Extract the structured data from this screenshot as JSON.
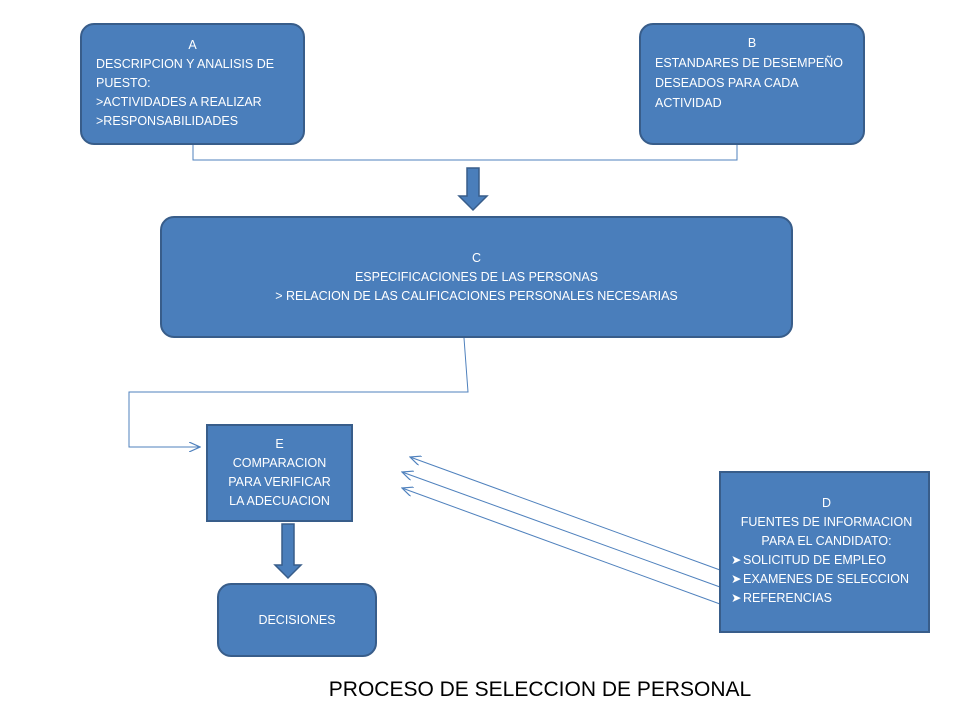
{
  "boxes": {
    "a": {
      "letter": "A",
      "lines": [
        "DESCRIPCION  Y  ANALISIS  DE",
        "PUESTO:",
        ">ACTIVIDADES A REALIZAR",
        ">RESPONSABILIDADES"
      ]
    },
    "b": {
      "letter": "B",
      "lines": [
        "ESTANDARES DE DESEMPEÑO",
        "DESEADOS PARA CADA",
        "ACTIVIDAD"
      ]
    },
    "c": {
      "letter": "C",
      "lines": [
        "ESPECIFICACIONES DE LAS PERSONAS",
        "> RELACION DE LAS CALIFICACIONES PERSONALES NECESARIAS"
      ]
    },
    "d": {
      "letter": "D",
      "lines": [
        "FUENTES DE INFORMACION",
        "PARA EL CANDIDATO:"
      ],
      "bullets": [
        "SOLICITUD DE EMPLEO",
        "EXAMENES DE SELECCION",
        "REFERENCIAS"
      ],
      "bullet_icon": "arrowhead-bullet-icon"
    },
    "e": {
      "letter": "E",
      "lines": [
        "COMPARACION",
        "PARA VERIFICAR",
        "LA ADECUACION"
      ]
    },
    "decisiones": {
      "label": "DECISIONES"
    }
  },
  "title": "PROCESO DE SELECCION DE PERSONAL",
  "colors": {
    "box_fill": "#4a7ebb",
    "box_border": "#385d8a",
    "connector": "#4f81bd",
    "text": "#ffffff"
  }
}
